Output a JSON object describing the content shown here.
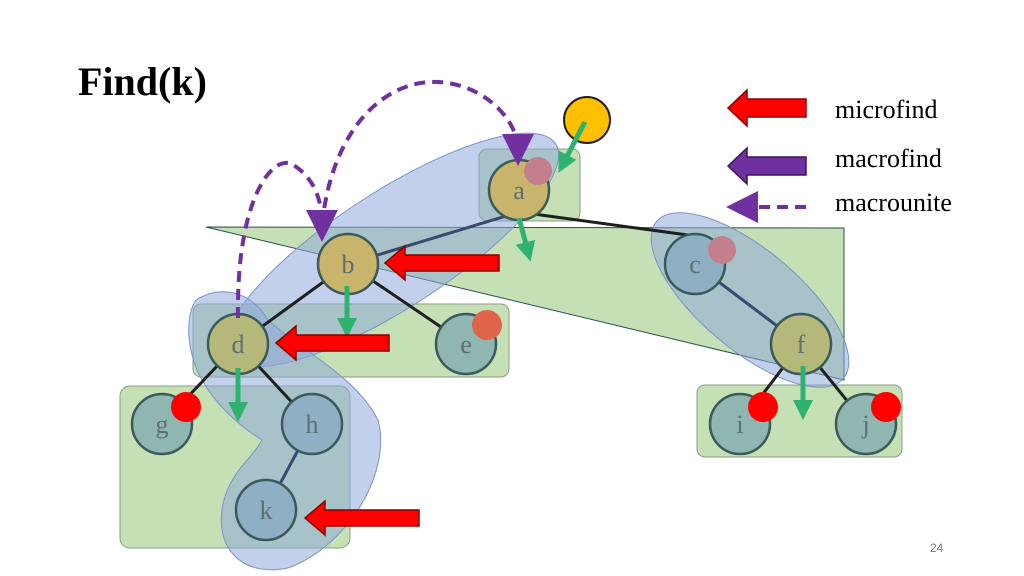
{
  "title": "Find(k)",
  "legend": {
    "microfind": "microfind",
    "macrofind": "macrofind",
    "macrounite": "macrounite"
  },
  "page_number": "24",
  "nodes": {
    "a": "a",
    "b": "b",
    "c": "c",
    "d": "d",
    "e": "e",
    "f": "f",
    "g": "g",
    "h": "h",
    "i": "i",
    "j": "j",
    "k": "k"
  },
  "colors": {
    "microfind": "#ff0000",
    "macrofind": "#7030a0",
    "macrounite": "#7030a0",
    "step": "#2db36f",
    "micro_set": "#c5e0b4",
    "macro_set": "#8fa9dc",
    "node_fill": "#8fb6b0",
    "root_fill": "#c8b46a",
    "marker": "#ff0000",
    "query": "#ffc000"
  }
}
